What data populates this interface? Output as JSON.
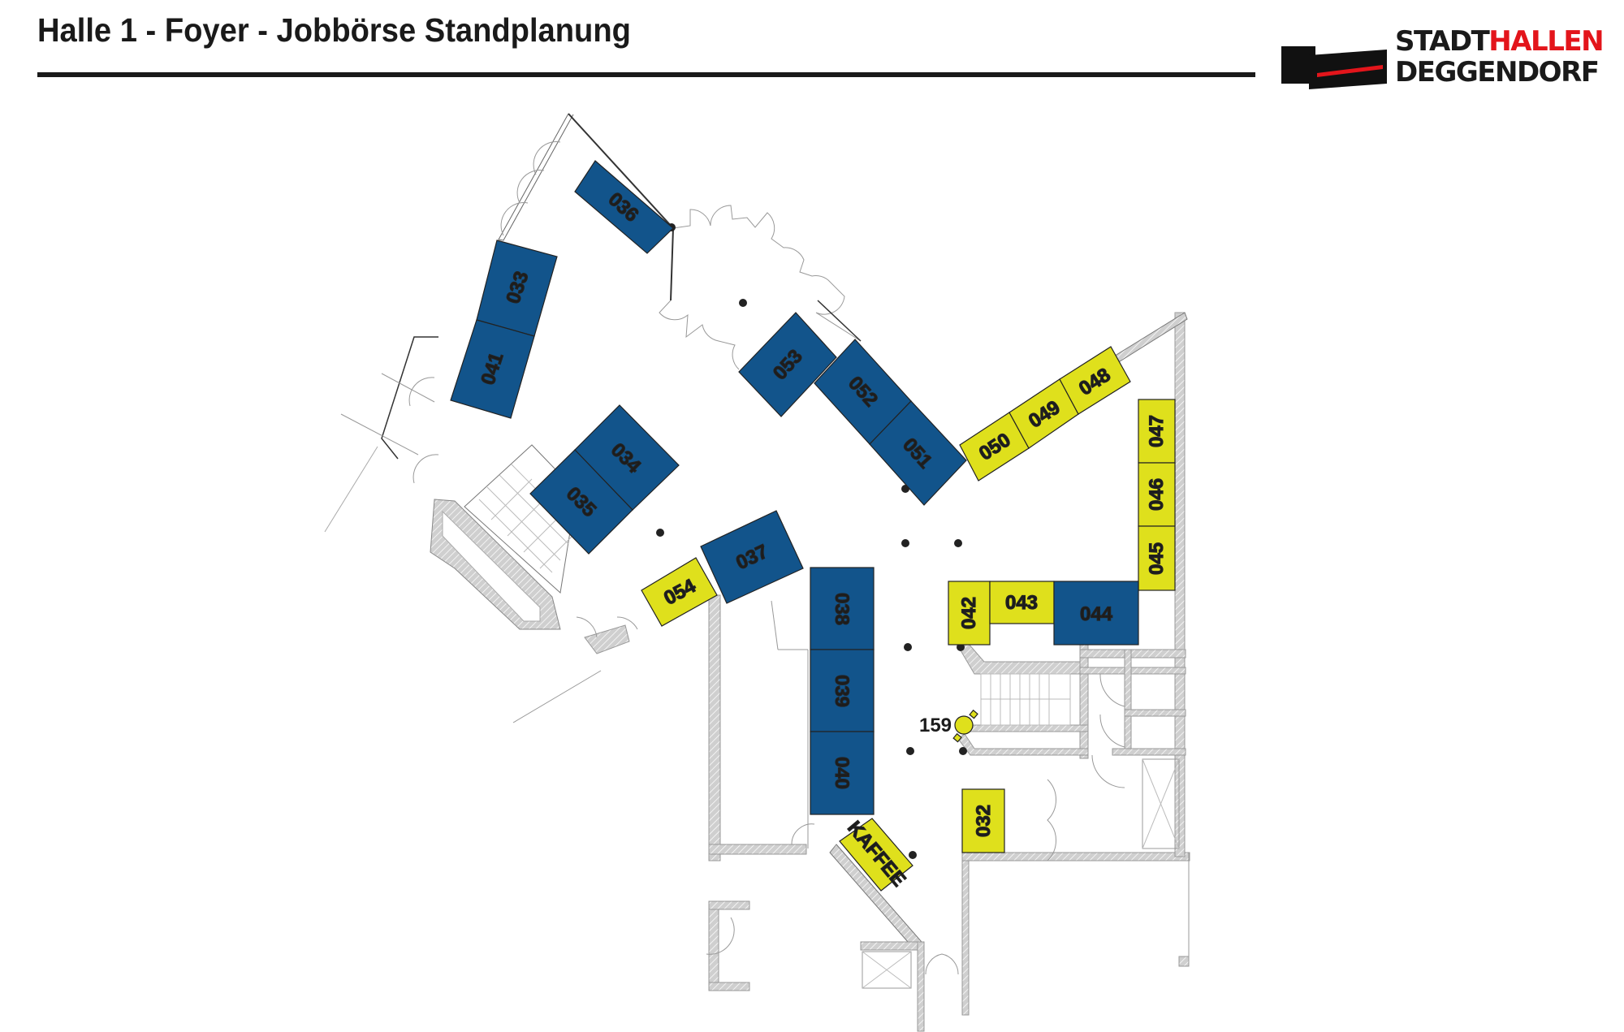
{
  "header": {
    "title": "Halle 1 - Foyer - Jobbörse Standplanung"
  },
  "logo": {
    "line1_black": "STADT",
    "line1_red": "HALLEN",
    "line2": "DEGGENDORF",
    "colors": {
      "black": "#1a1a1a",
      "red": "#e3151b"
    }
  },
  "legend_colors": {
    "blue_booth": "#12548b",
    "yellow_booth": "#dfe01c",
    "wall_hatch": "#c8c8c8"
  },
  "booths": [
    {
      "id": "036",
      "color": "blue"
    },
    {
      "id": "033",
      "color": "blue"
    },
    {
      "id": "041",
      "color": "blue"
    },
    {
      "id": "053",
      "color": "blue"
    },
    {
      "id": "052",
      "color": "blue"
    },
    {
      "id": "051",
      "color": "blue"
    },
    {
      "id": "050",
      "color": "yellow"
    },
    {
      "id": "049",
      "color": "yellow"
    },
    {
      "id": "048",
      "color": "yellow"
    },
    {
      "id": "047",
      "color": "yellow"
    },
    {
      "id": "046",
      "color": "yellow"
    },
    {
      "id": "045",
      "color": "yellow"
    },
    {
      "id": "034",
      "color": "blue"
    },
    {
      "id": "035",
      "color": "blue"
    },
    {
      "id": "037",
      "color": "blue"
    },
    {
      "id": "054",
      "color": "yellow"
    },
    {
      "id": "038",
      "color": "blue"
    },
    {
      "id": "039",
      "color": "blue"
    },
    {
      "id": "040",
      "color": "blue"
    },
    {
      "id": "042",
      "color": "yellow"
    },
    {
      "id": "043",
      "color": "yellow"
    },
    {
      "id": "044",
      "color": "blue"
    },
    {
      "id": "032",
      "color": "yellow"
    },
    {
      "id": "KAFFEE",
      "color": "yellow"
    },
    {
      "id": "159",
      "color": "yellow"
    }
  ],
  "labels": {
    "b036": "036",
    "b033": "033",
    "b041": "041",
    "b053": "053",
    "b052": "052",
    "b051": "051",
    "b050": "050",
    "b049": "049",
    "b048": "048",
    "b047": "047",
    "b046": "046",
    "b045": "045",
    "b034": "034",
    "b035": "035",
    "b037": "037",
    "b054": "054",
    "b038": "038",
    "b039": "039",
    "b040": "040",
    "b042": "042",
    "b043": "043",
    "b044": "044",
    "b032": "032",
    "kaffee": "KAFFEE",
    "b159": "159"
  }
}
